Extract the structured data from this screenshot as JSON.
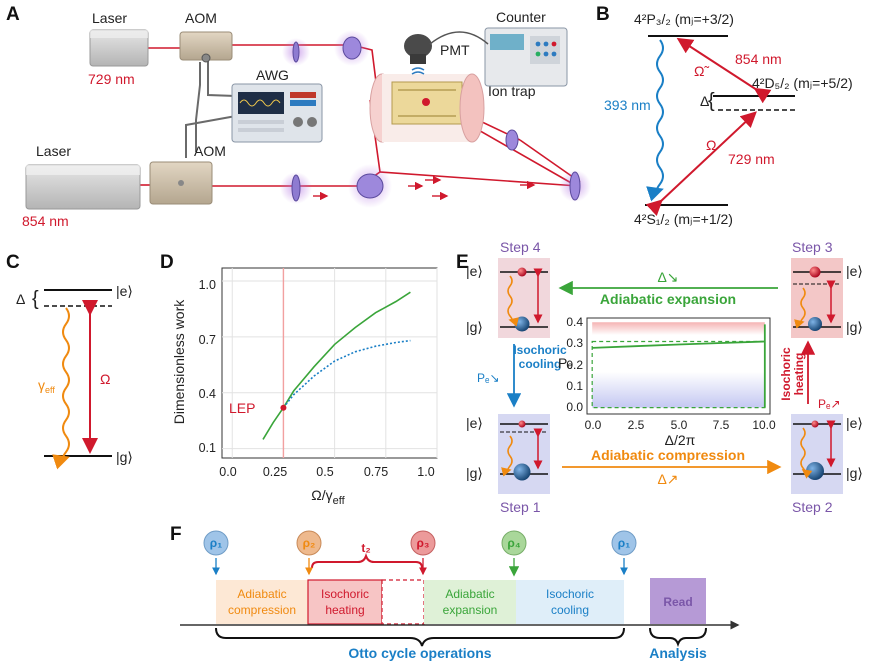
{
  "panels": {
    "a": {
      "letter": "A",
      "laser_top": "Laser",
      "laser_top_wavelength": "729 nm",
      "aom_top": "AOM",
      "awg": "AWG",
      "laser_bottom": "Laser",
      "laser_bottom_wavelength": "854 nm",
      "aom_bottom": "AOM",
      "counter": "Counter",
      "pmt": "PMT",
      "ion_trap": "Ion trap"
    },
    "b": {
      "letter": "B",
      "p_state": "4²P₃/₂ (mⱼ=+3/2)",
      "d_state": "4²D₅/₂ (mⱼ=+5/2)",
      "s_state": "4²S₁/₂ (mⱼ=+1/2)",
      "wl_393": "393 nm",
      "wl_854": "854 nm",
      "wl_729": "729 nm",
      "omega_tilde": "Ω̃",
      "omega": "Ω",
      "delta": "Δ"
    },
    "c": {
      "letter": "C",
      "delta": "Δ",
      "excited": "|e⟩",
      "ground": "|g⟩",
      "gamma": "γ",
      "gamma_sub": "eff",
      "omega": "Ω"
    },
    "d": {
      "letter": "D",
      "lep_label": "LEP",
      "xlabel": "Ω/γ",
      "xlabel_sub": "eff",
      "ylabel": "Dimensionless work",
      "x_ticks": [
        "0.0",
        "0.25",
        "0.5",
        "0.75",
        "1.0"
      ],
      "y_ticks": [
        "1.0",
        "0.7",
        "0.4",
        "0.1"
      ]
    },
    "e": {
      "letter": "E",
      "step1": "Step 1",
      "step2": "Step 2",
      "step3": "Step 3",
      "step4": "Step 4",
      "ket_e": "|e⟩",
      "ket_g": "|g⟩",
      "adiabatic_expansion": "Adiabatic expansion",
      "adiabatic_compression": "Adiabatic compression",
      "isochoric_cooling_1": "Isochoric",
      "isochoric_cooling_2": "cooling",
      "isochoric_heating_1": "Isochoric",
      "isochoric_heating_2": "heating",
      "delta_down": "Δ↘",
      "delta_up": "Δ↗",
      "pe_down": "Pₑ↘",
      "pe_up": "Pₑ↗",
      "inset_ylabel": "Pₑ",
      "inset_xlabel": "Δ/2π",
      "inset_x_ticks": [
        "0.0",
        "2.5",
        "5.0",
        "7.5",
        "10.0"
      ],
      "inset_y_ticks": [
        "0.4",
        "0.3",
        "0.2",
        "0.1",
        "0.0"
      ]
    },
    "f": {
      "letter": "F",
      "rho1": "ρ₁",
      "rho2": "ρ₂",
      "rho3": "ρ₃",
      "rho4": "ρ₄",
      "rho1_end": "ρ₁",
      "t2": "t₂",
      "seg_compression_1": "Adiabatic",
      "seg_compression_2": "compression",
      "seg_heating_1": "Isochoric",
      "seg_heating_2": "heating",
      "seg_expansion_1": "Adiabatic",
      "seg_expansion_2": "expansion",
      "seg_cooling_1": "Isochoric",
      "seg_cooling_2": "cooling",
      "read": "Read",
      "otto": "Otto cycle operations",
      "analysis": "Analysis"
    }
  },
  "colors": {
    "red": "#d0192d",
    "blue": "#1a7fc6",
    "green": "#3aa53a",
    "orange": "#f08a10",
    "purple": "#7a56a8"
  },
  "chart_data": [
    {
      "type": "line",
      "xlabel": "Ω/γeff",
      "ylabel": "Dimensionless work",
      "xlim": [
        -0.05,
        1.0
      ],
      "ylim": [
        0.05,
        1.07
      ],
      "x_ticks": [
        0.0,
        0.25,
        0.5,
        0.75,
        1.0
      ],
      "y_ticks": [
        0.1,
        0.4,
        0.7,
        1.0
      ],
      "grid": true,
      "annotations": [
        {
          "text": "LEP",
          "x": 0.25,
          "y": 0.32
        }
      ],
      "series": [
        {
          "color": "#3aa53a",
          "style": "solid",
          "x": [
            0.15,
            0.2,
            0.25,
            0.3,
            0.4,
            0.5,
            0.6,
            0.7,
            0.8,
            0.87
          ],
          "y": [
            0.15,
            0.24,
            0.32,
            0.41,
            0.54,
            0.66,
            0.75,
            0.83,
            0.89,
            0.94
          ]
        },
        {
          "color": "#1a7fc6",
          "style": "dotted",
          "x": [
            0.25,
            0.3,
            0.4,
            0.5,
            0.6,
            0.7,
            0.8,
            0.87
          ],
          "y": [
            0.32,
            0.39,
            0.49,
            0.57,
            0.62,
            0.65,
            0.67,
            0.68
          ]
        }
      ]
    },
    {
      "type": "line",
      "xlabel": "Δ/2π",
      "ylabel": "Pe",
      "xlim": [
        -0.3,
        10.3
      ],
      "ylim": [
        0.0,
        0.45
      ],
      "x_ticks": [
        0.0,
        2.5,
        5.0,
        7.5,
        10.0
      ],
      "y_ticks": [
        0.0,
        0.1,
        0.2,
        0.3,
        0.4
      ],
      "series": [
        {
          "color": "#3aa53a",
          "style": "solid",
          "x": [
            0.0,
            2.5,
            5.0,
            7.5,
            10.0,
            10.0,
            10.0
          ],
          "y": [
            0.31,
            0.318,
            0.326,
            0.333,
            0.34,
            0.42,
            0.03
          ]
        }
      ]
    }
  ]
}
